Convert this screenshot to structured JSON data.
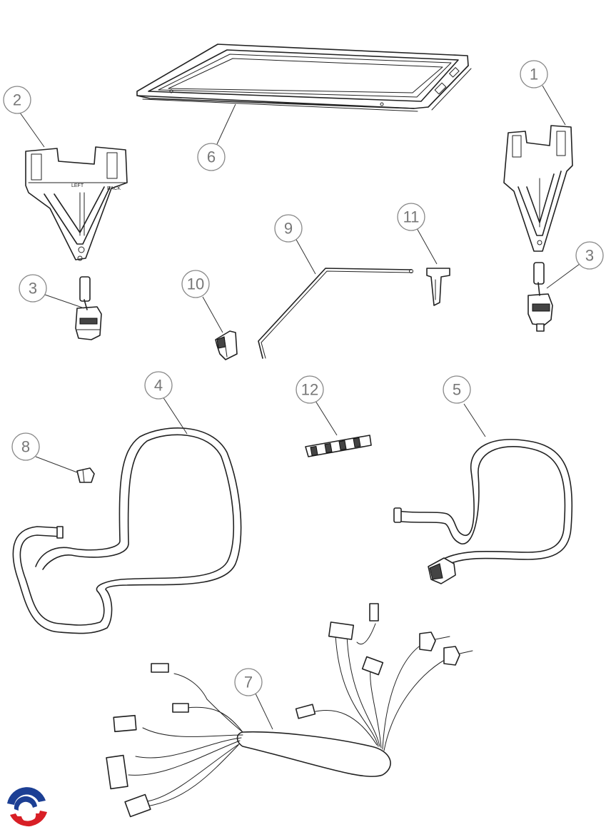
{
  "diagram": {
    "callouts": [
      {
        "id": "1",
        "label": "1"
      },
      {
        "id": "2",
        "label": "2"
      },
      {
        "id": "3a",
        "label": "3"
      },
      {
        "id": "3b",
        "label": "3"
      },
      {
        "id": "4",
        "label": "4"
      },
      {
        "id": "5",
        "label": "5"
      },
      {
        "id": "6",
        "label": "6"
      },
      {
        "id": "7",
        "label": "7"
      },
      {
        "id": "8",
        "label": "8"
      },
      {
        "id": "9",
        "label": "9"
      },
      {
        "id": "10",
        "label": "10"
      },
      {
        "id": "11",
        "label": "11"
      },
      {
        "id": "12",
        "label": "12"
      }
    ],
    "bracket_left_text": {
      "left": "LEFT",
      "back": "BACK"
    },
    "logo": {
      "colors": [
        "#1c3f94",
        "#d81f26"
      ]
    }
  }
}
